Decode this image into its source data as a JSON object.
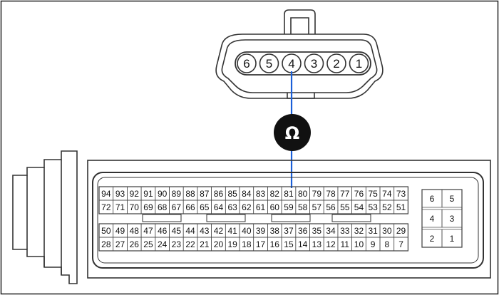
{
  "connector": {
    "pins": [
      "6",
      "5",
      "4",
      "3",
      "2",
      "1"
    ],
    "probe_pin": "4"
  },
  "meter": {
    "symbol": "Ω",
    "icon": "ohmmeter-icon",
    "probe_color": "#1a5fd8"
  },
  "ecu": {
    "probe_pin": "81",
    "main_block": {
      "rows": [
        [
          "94",
          "93",
          "92",
          "91",
          "90",
          "89",
          "88",
          "87",
          "86",
          "85",
          "84",
          "83",
          "82",
          "81",
          "80",
          "79",
          "78",
          "77",
          "76",
          "75",
          "74",
          "73"
        ],
        [
          "72",
          "71",
          "70",
          "69",
          "68",
          "67",
          "66",
          "65",
          "64",
          "63",
          "62",
          "61",
          "60",
          "59",
          "58",
          "57",
          "56",
          "55",
          "54",
          "53",
          "52",
          "51"
        ],
        [
          "50",
          "49",
          "48",
          "47",
          "46",
          "45",
          "44",
          "43",
          "42",
          "41",
          "40",
          "39",
          "38",
          "37",
          "36",
          "35",
          "34",
          "33",
          "32",
          "31",
          "30",
          "29"
        ],
        [
          "28",
          "27",
          "26",
          "25",
          "24",
          "23",
          "22",
          "21",
          "20",
          "19",
          "18",
          "17",
          "16",
          "15",
          "14",
          "13",
          "12",
          "11",
          "10",
          "9",
          "8",
          "7"
        ]
      ]
    },
    "side_block": {
      "rows": [
        [
          "6",
          "5"
        ],
        [
          "4",
          "3"
        ],
        [
          "2",
          "1"
        ]
      ]
    }
  }
}
